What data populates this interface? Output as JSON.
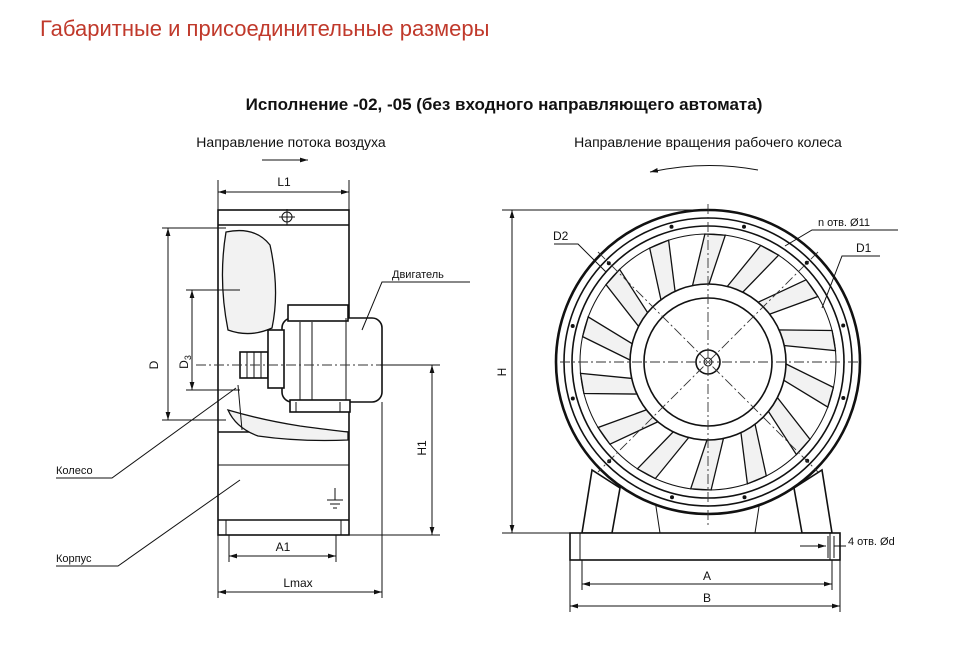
{
  "page_title": "Габаритные и присоединительные размеры",
  "diagram": {
    "subtitle": "Исполнение -02, -05 (без входного направляющего автомата)",
    "side_view_caption": "Направление потока воздуха",
    "front_view_caption": "Направление вращения рабочего колеса",
    "labels": {
      "motor": "Двигатель",
      "wheel": "Колесо",
      "housing": "Корпус",
      "holes_flange": "n отв. Ø11",
      "holes_base": "4 отв. Ød"
    },
    "dimensions": {
      "L1": "L1",
      "D": "D",
      "D3_main": "D",
      "D3_sub": "3",
      "H1": "H1",
      "A1": "A1",
      "Lmax": "Lmax",
      "H": "H",
      "D1": "D1",
      "D2": "D2",
      "A": "A",
      "B": "B"
    },
    "colors": {
      "title": "#c0392b",
      "lines": "#111111"
    }
  }
}
